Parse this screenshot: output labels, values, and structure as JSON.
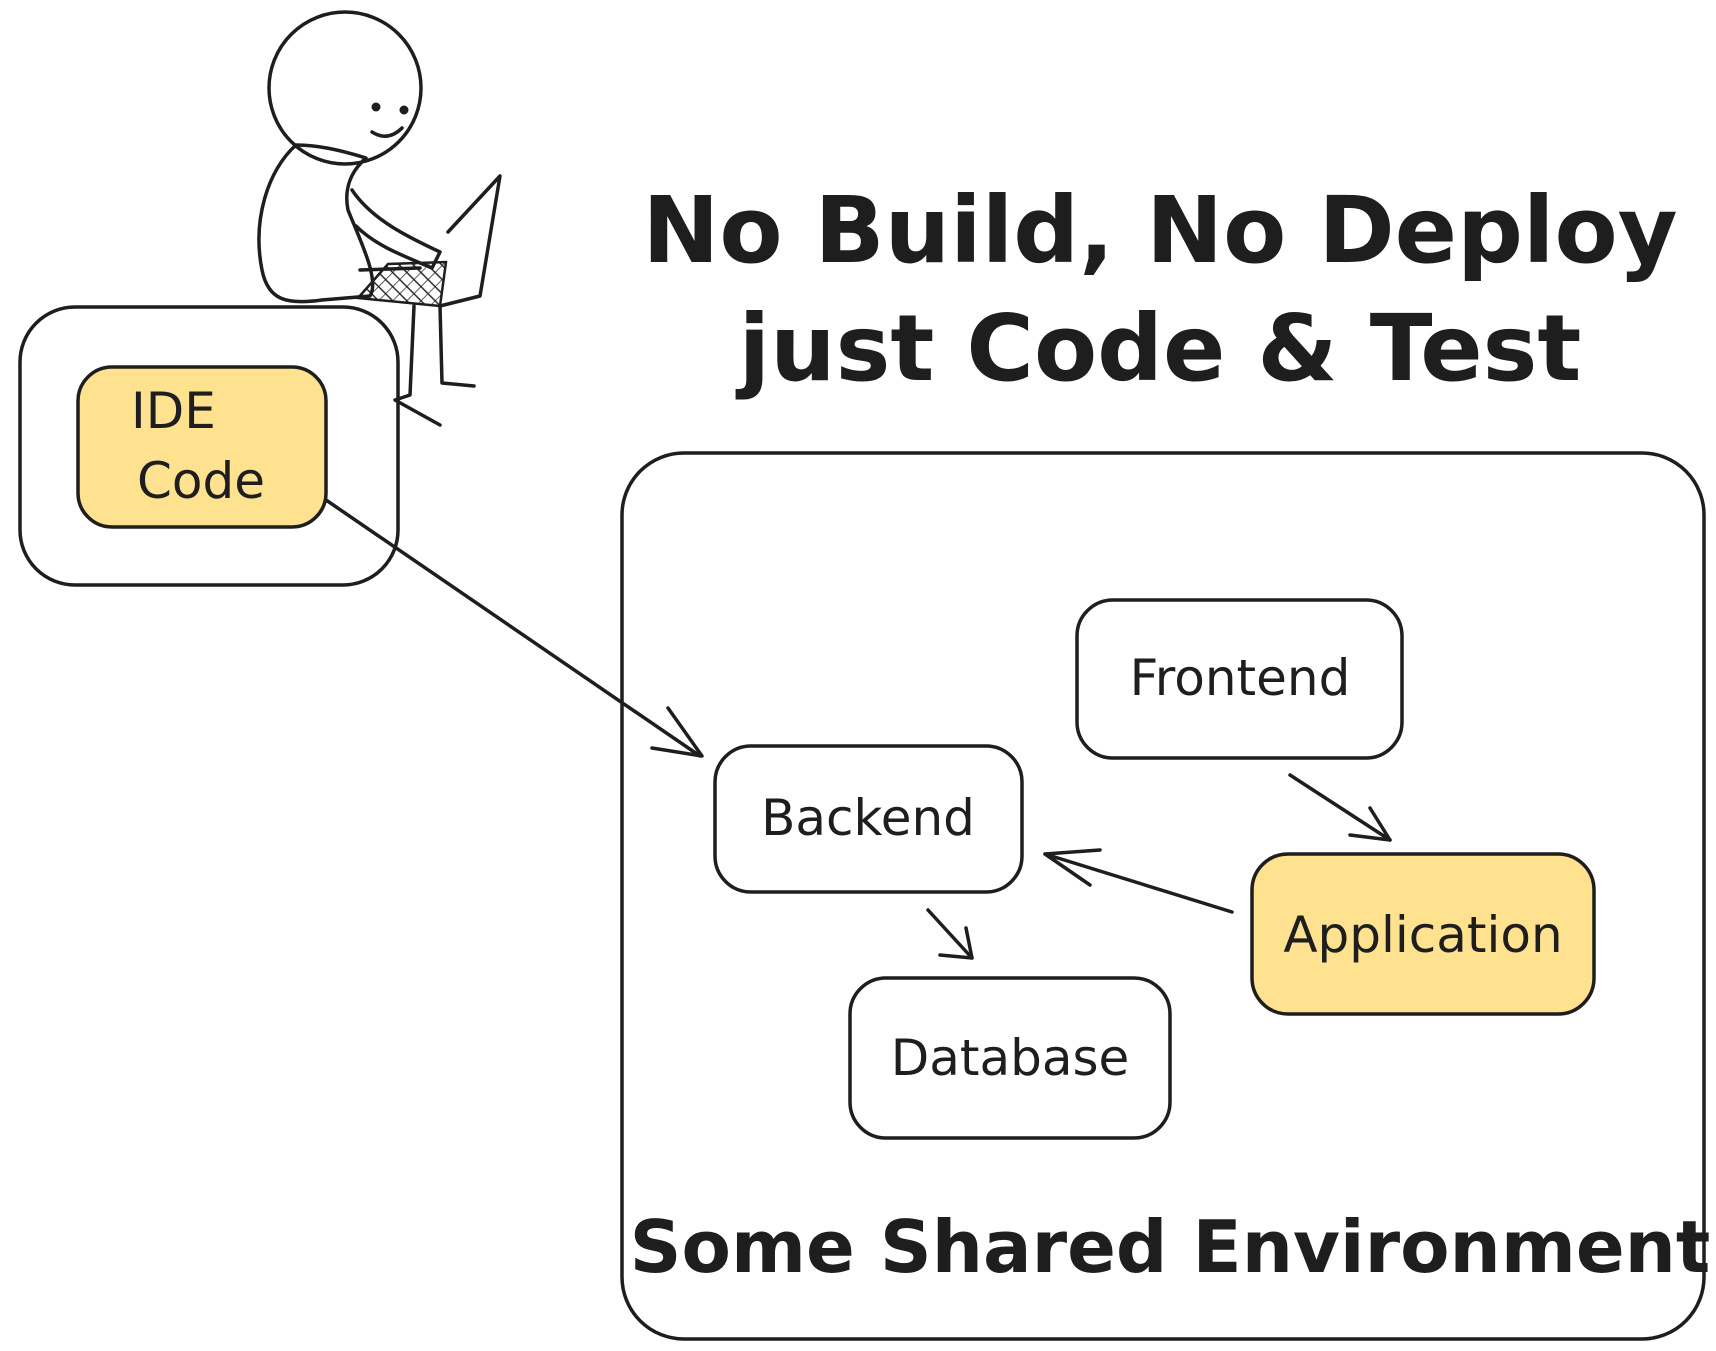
{
  "title": {
    "line1": "No Build, No Deploy",
    "line2": "just Code & Test"
  },
  "ide": {
    "line1": "IDE",
    "line2": "Code"
  },
  "environment": {
    "label": "Some Shared Environment"
  },
  "services": {
    "frontend": "Frontend",
    "backend": "Backend",
    "application": "Application",
    "database": "Database"
  },
  "colors": {
    "highlight": "#ffe28f",
    "stroke": "#1e1e1e",
    "background": "#ffffff"
  }
}
